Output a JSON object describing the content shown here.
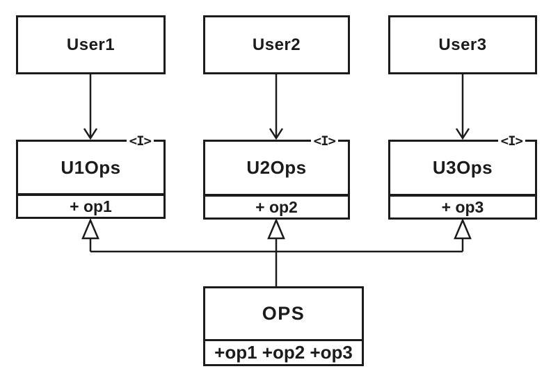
{
  "colors": {
    "line": "#1b1b1b",
    "box_fill": "#ffffff",
    "background": "#ffffff"
  },
  "diagram": {
    "kind": "uml-class-diagram",
    "users": [
      {
        "name": "User1"
      },
      {
        "name": "User2"
      },
      {
        "name": "User3"
      }
    ],
    "interfaces": [
      {
        "stereotype": "<I>",
        "name": "U1Ops",
        "operations": "+ op1"
      },
      {
        "stereotype": "<I>",
        "name": "U2Ops",
        "operations": "+ op2"
      },
      {
        "stereotype": "<I>",
        "name": "U3Ops",
        "operations": "+ op3"
      }
    ],
    "implementation": {
      "name": "OPS",
      "operations": "+op1 +op2 +op3"
    }
  }
}
